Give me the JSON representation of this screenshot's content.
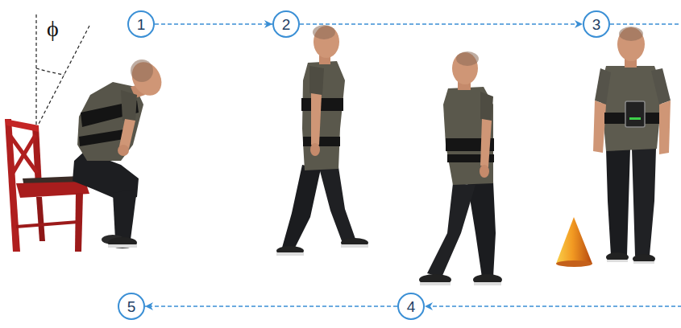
{
  "diagram": {
    "nodes": [
      {
        "text": [
          "1"
        ]
      },
      {
        "text": [
          "2"
        ]
      },
      {
        "text": [
          "3"
        ]
      },
      {
        "text": [
          "4"
        ]
      },
      {
        "text": [
          "5"
        ]
      }
    ],
    "edges": [
      {
        "from": 0,
        "to": 1,
        "arrow": "to"
      },
      {
        "from": 1,
        "to": 2,
        "arrow": "to"
      },
      {
        "from": 2,
        "to": 3,
        "arrow": "to"
      },
      {
        "from": 3,
        "to": 4,
        "arrow": "to"
      }
    ],
    "labels": [
      "ϕ"
    ]
  }
}
